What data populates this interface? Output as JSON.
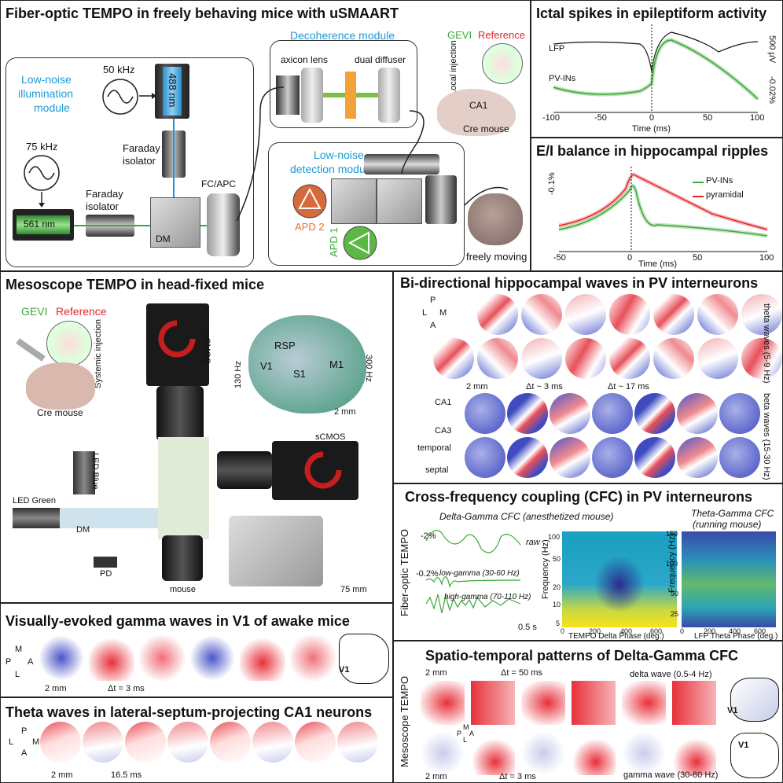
{
  "colors": {
    "blue_accent": "#1c9ad6",
    "green": "#3aa935",
    "red": "#e3262b",
    "orange": "#e57031"
  },
  "p1": {
    "title": "Fiber-optic TEMPO in freely behaving mice with uSMAART",
    "illum_module": [
      "Low-noise",
      "illumination",
      "module"
    ],
    "f50": "50 kHz",
    "f75": "75 kHz",
    "laser488": "488 nm",
    "laser561": "561 nm",
    "faraday1": [
      "Faraday",
      "isolator"
    ],
    "faraday2": [
      "Faraday",
      "isolator"
    ],
    "dm": "DM",
    "fcapc": "FC/APC",
    "decoherence": "Decoherence module",
    "axicon": "axicon lens",
    "diffuser": "dual diffuser",
    "detection": [
      "Low-noise",
      "detection module"
    ],
    "apd2": "APD 2",
    "apd1": "APD 1",
    "gevi": "GEVI",
    "reference": "Reference",
    "injection": "Local injection",
    "ca1": "CA1",
    "cre": "Cre mouse",
    "freely": "freely moving"
  },
  "p2": {
    "title": "Ictal spikes in epileptiform activity",
    "lfp": "LFP",
    "pvins": "PV-INs",
    "scale1": "500 μV",
    "scale2": "-0.02%",
    "ticks": [
      "-100",
      "-50",
      "0",
      "50",
      "100"
    ],
    "xlabel": "Time (ms)"
  },
  "p3": {
    "title": "E/I balance in hippocampal ripples",
    "legend_pv": "PV-INs",
    "legend_pyr": "pyramidal",
    "scale": "-0.1%",
    "ticks": [
      "-50",
      "0",
      "50",
      "100"
    ],
    "xlabel": "Time (ms)"
  },
  "p4": {
    "title": "Mesoscope TEMPO in head-fixed mice",
    "gevi": "GEVI",
    "reference": "Reference",
    "systemic": "Systemic injection",
    "cre": "Cre mouse",
    "scmos1": "sCMOS",
    "scmos2": "sCMOS",
    "hz130": "130 Hz",
    "hz300": "300 Hz",
    "rsp": "RSP",
    "v1": "V1",
    "s1": "S1",
    "m1": "M1",
    "mm2": "2 mm",
    "ledblue": "LED Blue",
    "ledgreen": "LED Green",
    "dm": "DM",
    "pd": "PD",
    "mouse": "mouse",
    "mm75": "75 mm"
  },
  "p5": {
    "title": "Bi-directional hippocampal waves in PV interneurons",
    "theta": "theta waves (5-9 Hz)",
    "beta": "beta waves (15-30 Hz)",
    "P": "P",
    "L": "L",
    "M": "M",
    "A": "A",
    "mm2": "2 mm",
    "dt3": "Δt ~ 3 ms",
    "dt17": "Δt ~ 17 ms",
    "ca1": "CA1",
    "ca3": "CA3",
    "temporal": "temporal",
    "septal": "septal"
  },
  "p6": {
    "title": "Cross-frequency coupling (CFC) in PV interneurons",
    "delta_title": "Delta-Gamma CFC (anesthetized mouse)",
    "theta_title": [
      "Theta-Gamma CFC",
      "(running mouse)"
    ],
    "ylabel_left": "Fiber-optic TEMPO",
    "raw": "raw",
    "lowg": "low-gamma (30-60 Hz)",
    "highg": "high-gamma (70-110 Hz)",
    "s2": "-2%",
    "s02": "-0.2%",
    "t05": "0.5 s",
    "freq": "Frequency (Hz)",
    "yticks1": [
      "100",
      "50",
      "20",
      "10",
      "5"
    ],
    "xticks": [
      "0",
      "200",
      "400",
      "600"
    ],
    "xlabel1": "TEMPO Delta Phase (deg.)",
    "yticks2": [
      "150",
      "100",
      "50",
      "25"
    ],
    "xlabel2": "LFP Theta Phase (deg.)"
  },
  "p7": {
    "title": "Visually-evoked gamma waves in V1 of awake mice",
    "M": "M",
    "P": "P",
    "A": "A",
    "L": "L",
    "mm2": "2 mm",
    "dt3": "Δt = 3 ms",
    "v1": "V1"
  },
  "p8": {
    "title": "Theta waves in lateral-septum-projecting CA1 neurons",
    "P": "P",
    "L": "L",
    "M": "M",
    "A": "A",
    "mm2": "2 mm",
    "dt": "16.5 ms"
  },
  "p9": {
    "title": "Spatio-temporal patterns of Delta-Gamma CFC",
    "ylabel": "Mesoscope TEMPO",
    "mm2a": "2 mm",
    "dt50": "Δt = 50 ms",
    "delta": "delta wave (0.5-4 Hz)",
    "M": "M",
    "P": "P",
    "A": "A",
    "L": "L",
    "v1a": "V1",
    "v1b": "V1",
    "mm2b": "2 mm",
    "dt3": "Δt = 3 ms",
    "gamma": "gamma wave (30-60 Hz)"
  }
}
